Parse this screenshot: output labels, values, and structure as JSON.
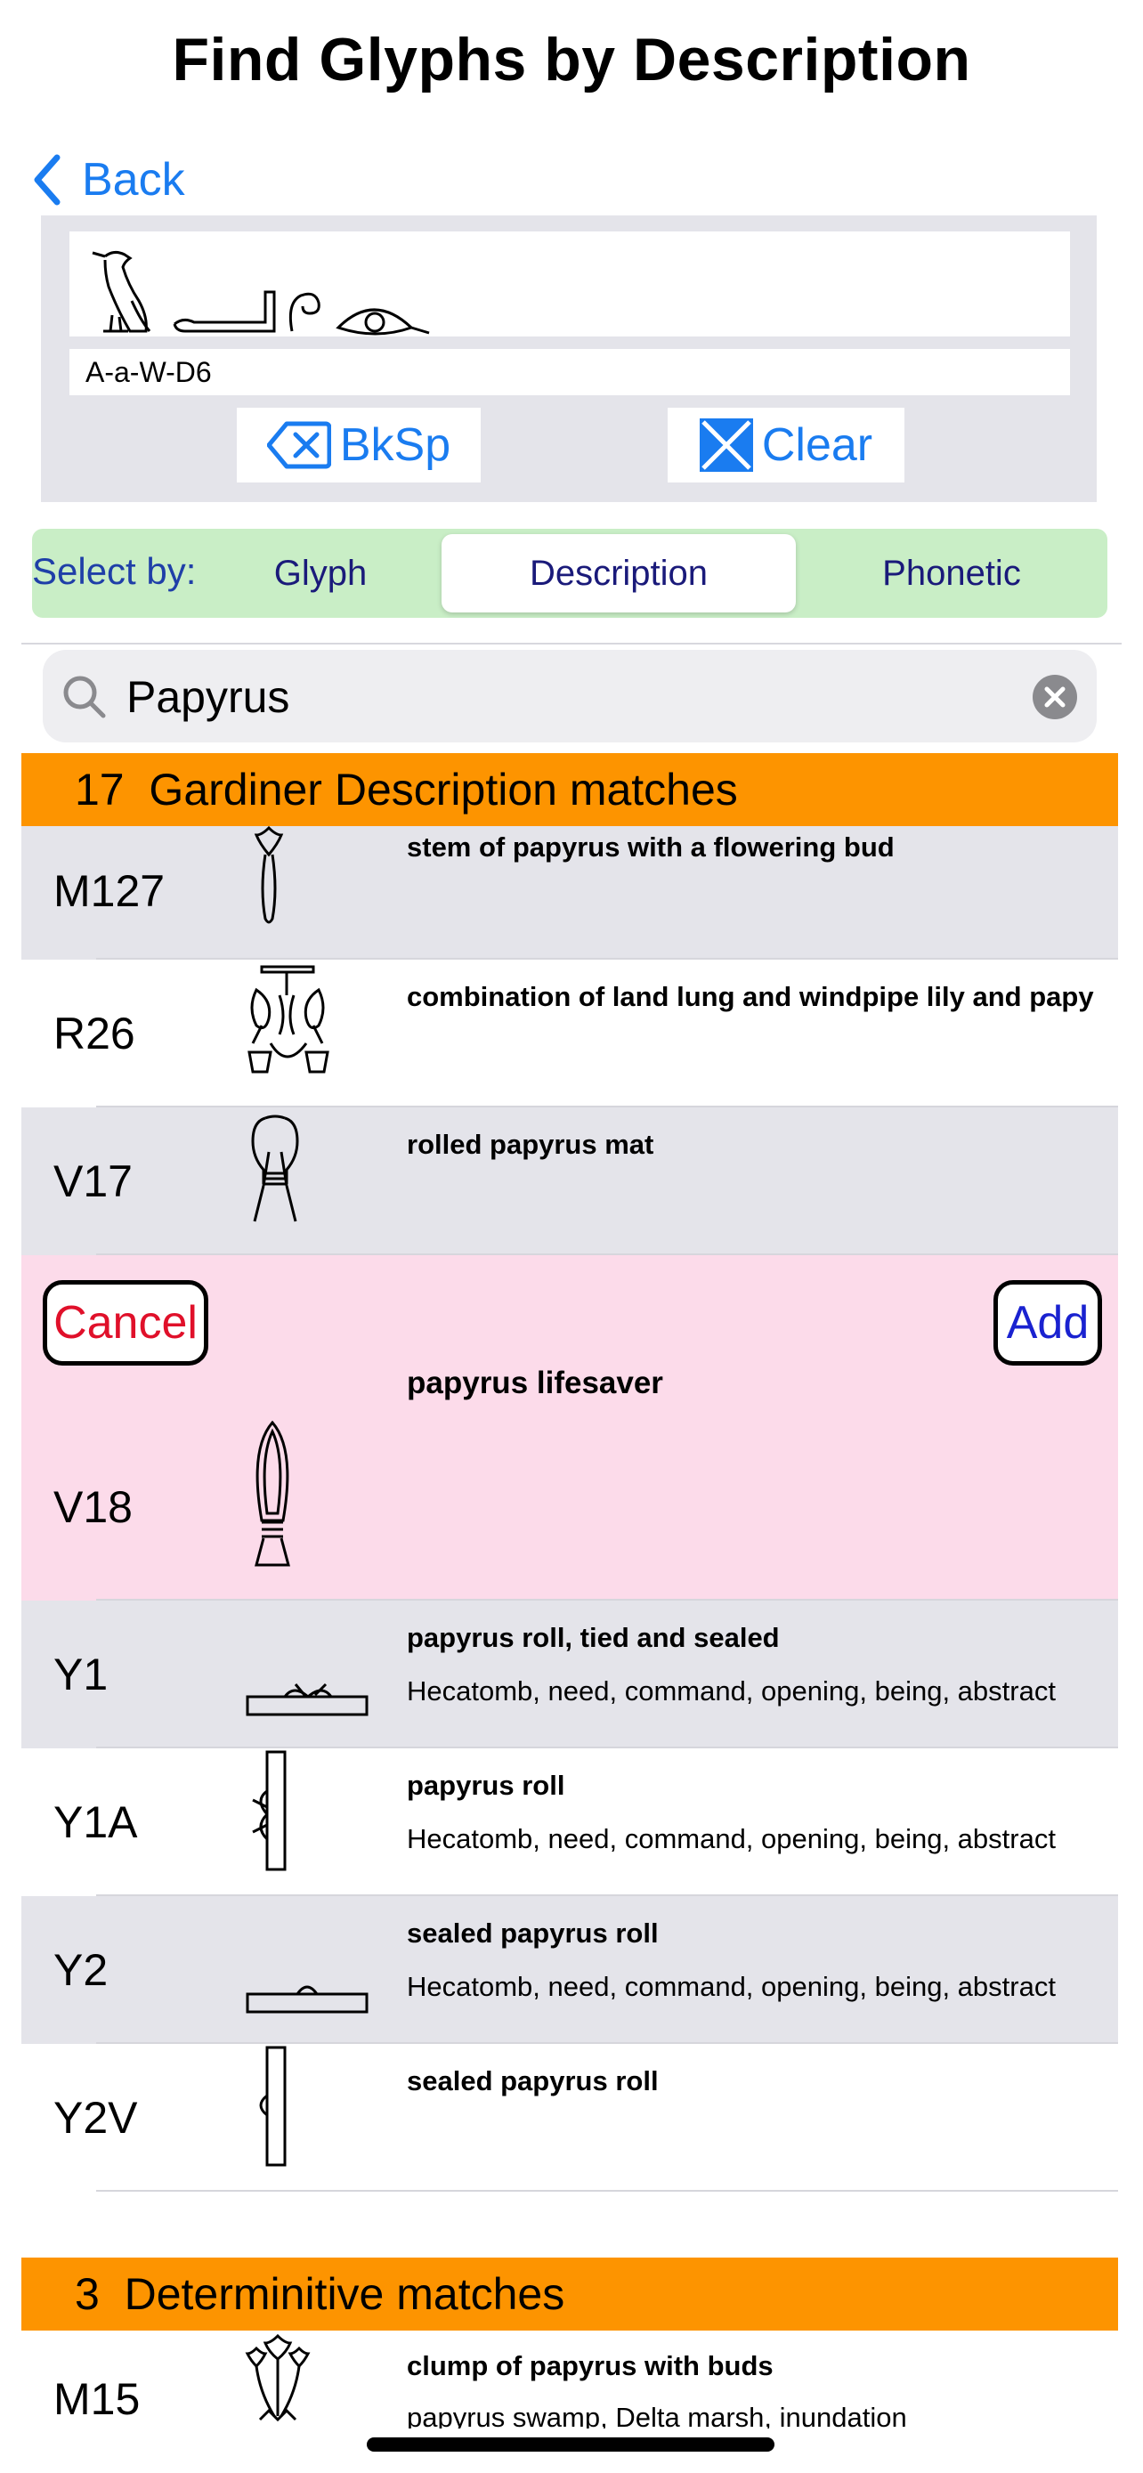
{
  "header": {
    "title": "Find Glyphs by Description",
    "back_label": "Back"
  },
  "composer": {
    "code_text": "A-a-W-D6",
    "bksp_label": "BkSp",
    "clear_label": "Clear"
  },
  "selector": {
    "label": "Select by:",
    "options": [
      "Glyph",
      "Description",
      "Phonetic"
    ],
    "selected": "Description"
  },
  "search": {
    "value": "Papyrus"
  },
  "gardiner_section": {
    "count": "17",
    "title": "Gardiner Description matches",
    "rows": [
      {
        "code": "M127",
        "glyph_icon": "papyrus-bud-icon",
        "desc": "stem of papyrus with a flowering bud",
        "sub": ""
      },
      {
        "code": "R26",
        "glyph_icon": "lily-papyrus-combination-icon",
        "desc": "combination of land lung and windpipe lily and papy",
        "sub": ""
      },
      {
        "code": "V17",
        "glyph_icon": "rolled-mat-icon",
        "desc": "rolled papyrus mat",
        "sub": ""
      },
      {
        "code": "V18",
        "glyph_icon": "lifesaver-icon",
        "desc": "papyrus lifesaver",
        "sub": "",
        "cancel_label": "Cancel",
        "add_label": "Add"
      },
      {
        "code": "Y1",
        "glyph_icon": "papyrus-roll-tied-icon",
        "desc": "papyrus roll, tied and sealed",
        "sub": "Hecatomb, need, command, opening, being, abstract"
      },
      {
        "code": "Y1A",
        "glyph_icon": "papyrus-roll-vertical-icon",
        "desc": "papyrus roll",
        "sub": "Hecatomb, need, command, opening, being, abstract"
      },
      {
        "code": "Y2",
        "glyph_icon": "sealed-roll-icon",
        "desc": "sealed papyrus roll",
        "sub": "Hecatomb, need, command, opening, being, abstract"
      },
      {
        "code": "Y2V",
        "glyph_icon": "sealed-roll-vertical-icon",
        "desc": "sealed papyrus roll",
        "sub": ""
      }
    ]
  },
  "determinative_section": {
    "count": "3",
    "title": "Determinitive matches",
    "rows": [
      {
        "code": "M15",
        "glyph_icon": "papyrus-clump-icon",
        "desc": "clump of papyrus with buds",
        "sub": "papyrus swamp, Delta marsh, inundation"
      }
    ]
  },
  "colors": {
    "accent": "#1a7cf0",
    "section_orange": "#fd9400",
    "row_gray": "#e4e4ea",
    "highlight_pink": "#fcdbea",
    "selector_green": "#c9eec6",
    "cancel_red": "#e0102a",
    "add_blue": "#1a22d0"
  }
}
